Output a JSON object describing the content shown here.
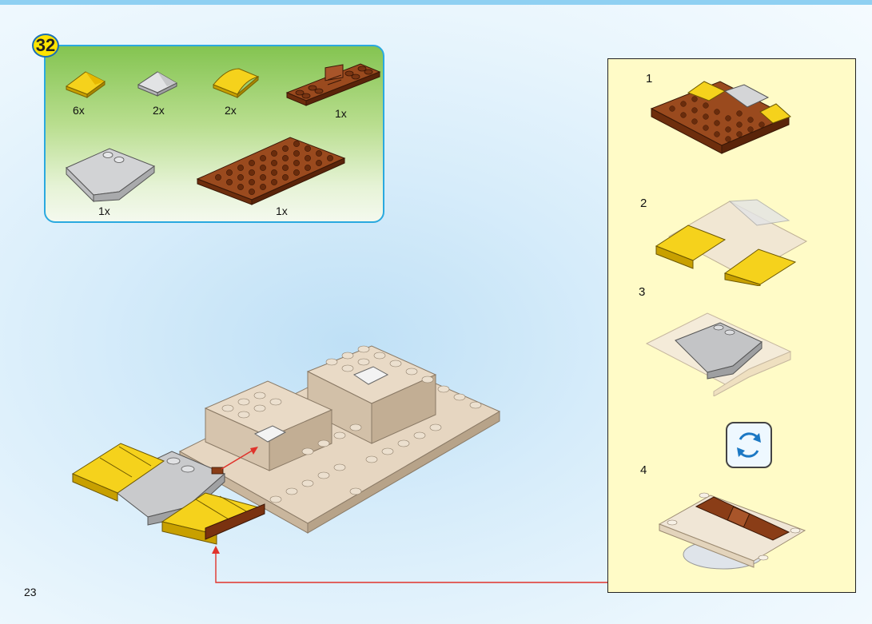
{
  "step": {
    "number": "32"
  },
  "parts": [
    {
      "name": "yellow-slope",
      "qty": "6x",
      "color": "#f2cc1a"
    },
    {
      "name": "grey-slope",
      "qty": "2x",
      "color": "#cfd0d2"
    },
    {
      "name": "yellow-curved-slope",
      "qty": "2x",
      "color": "#f2cc1a"
    },
    {
      "name": "brown-plate-with-clip",
      "qty": "1x",
      "color": "#8a3d17"
    },
    {
      "name": "grey-wedge",
      "qty": "1x",
      "color": "#c9cacc"
    },
    {
      "name": "brown-plate",
      "qty": "1x",
      "color": "#8a3d17"
    }
  ],
  "subassembly": {
    "steps": [
      "1",
      "2",
      "3",
      "4"
    ],
    "rotate_icon": "rotate-icon"
  },
  "page": {
    "number": "23"
  },
  "colors": {
    "frame_border": "#2aa9df",
    "badge": "#ffe400",
    "tan": "#e3d2bc",
    "arrow": "#e0332b",
    "panel": "#fffbc7"
  }
}
